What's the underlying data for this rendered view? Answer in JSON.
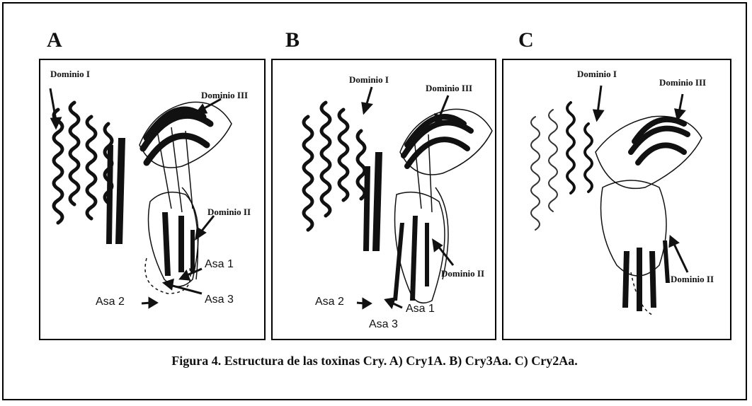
{
  "panels": [
    {
      "letter": "A",
      "labels": {
        "domain1": "Dominio I",
        "domain3": "Dominio III",
        "domain2": "Dominio II",
        "loop1": "Asa 1",
        "loop2": "Asa 2",
        "loop3": "Asa 3"
      }
    },
    {
      "letter": "B",
      "labels": {
        "domain1": "Dominio I",
        "domain3": "Dominio III",
        "domain2": "Dominio II",
        "loop1": "Asa 1",
        "loop2": "Asa 2",
        "loop3": "Asa 3"
      }
    },
    {
      "letter": "C",
      "labels": {
        "domain1": "Dominio I",
        "domain3": "Dominio III",
        "domain2": "Dominio II"
      }
    }
  ],
  "caption": "Figura 4. Estructura de las toxinas Cry. A) Cry1A. B) Cry3Aa. C) Cry2Aa."
}
